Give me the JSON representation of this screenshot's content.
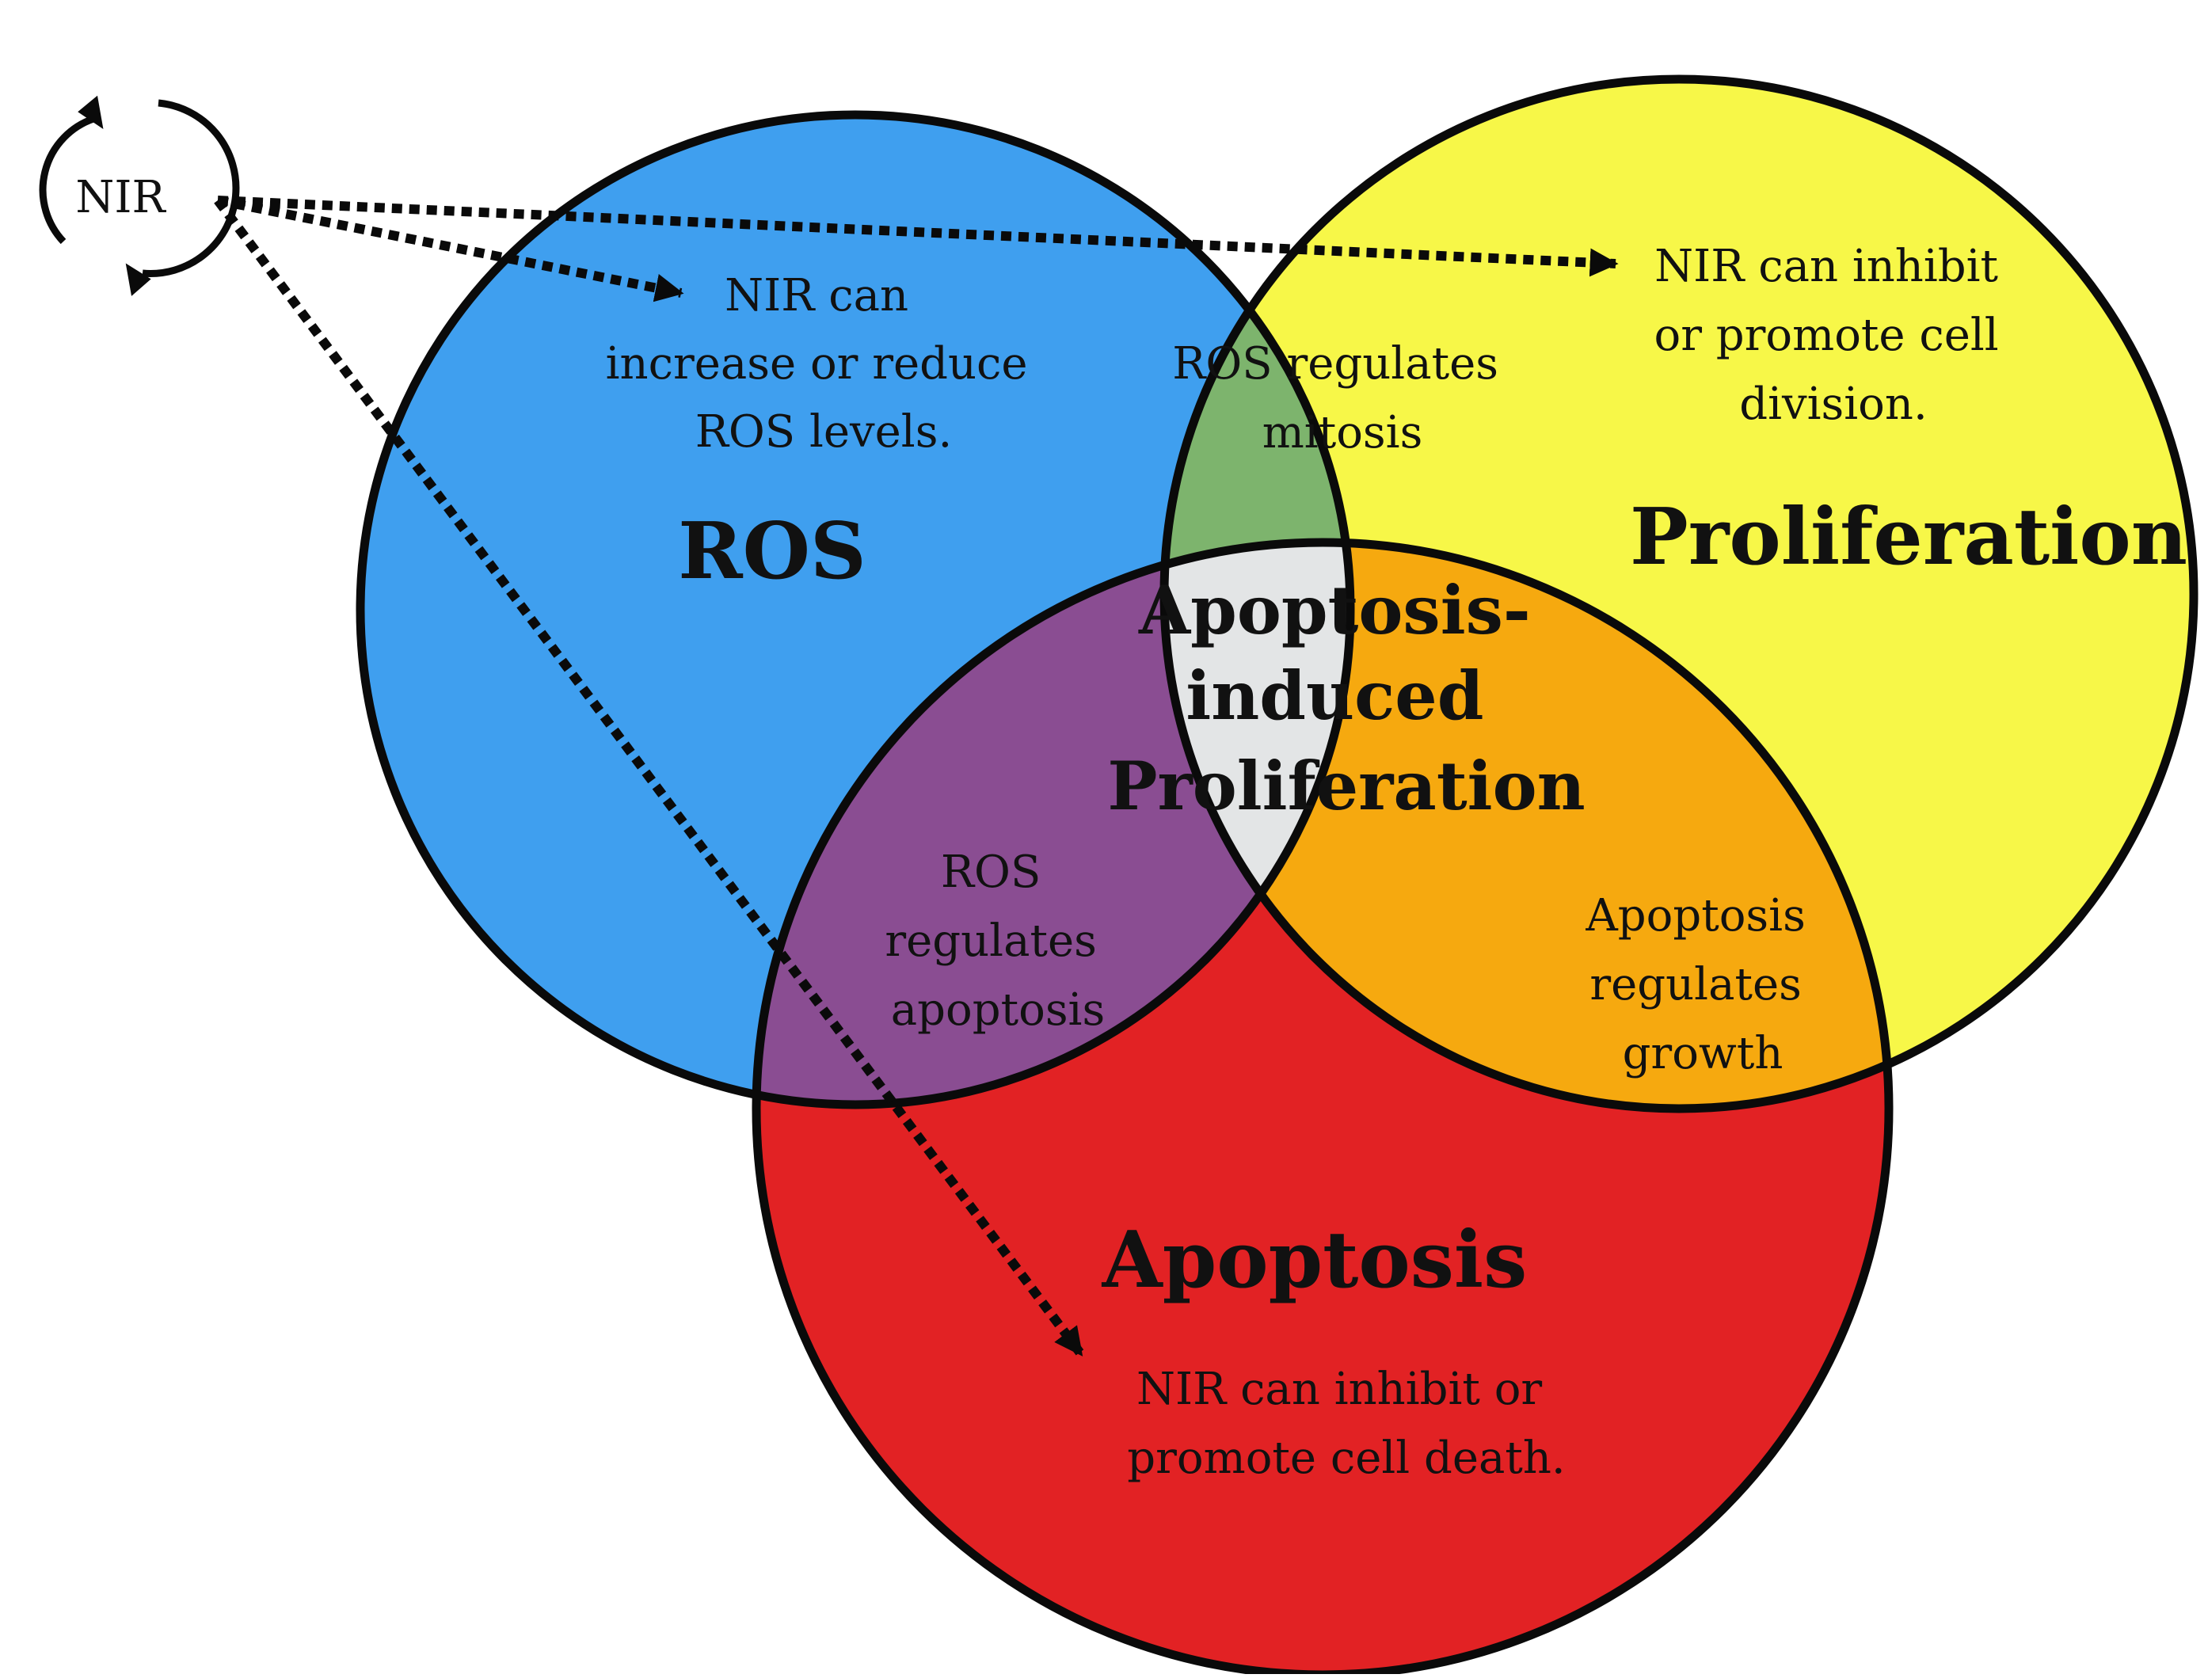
{
  "source": {
    "label": "NIR"
  },
  "circles": {
    "ros": {
      "title": "ROS",
      "note": [
        "NIR can",
        "increase or reduce",
        "ROS  levels."
      ],
      "color": "#3F9FEF"
    },
    "proliferation": {
      "title": "Proliferation",
      "note": [
        "NIR can inhibit",
        "or promote cell",
        "division."
      ],
      "color": "#F7F748"
    },
    "apoptosis": {
      "title": "Apoptosis",
      "note": [
        "NIR can inhibit or",
        "promote cell death."
      ],
      "color": "#E22224"
    }
  },
  "overlaps": {
    "ros_proliferation": {
      "lines": [
        "ROS regulates",
        "mitosis"
      ],
      "color": "#7DB46D"
    },
    "ros_apoptosis": {
      "lines": [
        "ROS",
        "regulates",
        "apoptosis"
      ],
      "color": "#8A4D92"
    },
    "apoptosis_proliferation": {
      "lines": [
        "Apoptosis",
        "regulates",
        "growth"
      ],
      "color": "#F6A90F"
    },
    "center": {
      "lines": [
        "Apoptosis-",
        "induced",
        "Proliferation"
      ],
      "color": "#E3E5E6"
    }
  },
  "colors": {
    "outline": "#0A0A0A",
    "arrow": "#0A0A0A"
  }
}
